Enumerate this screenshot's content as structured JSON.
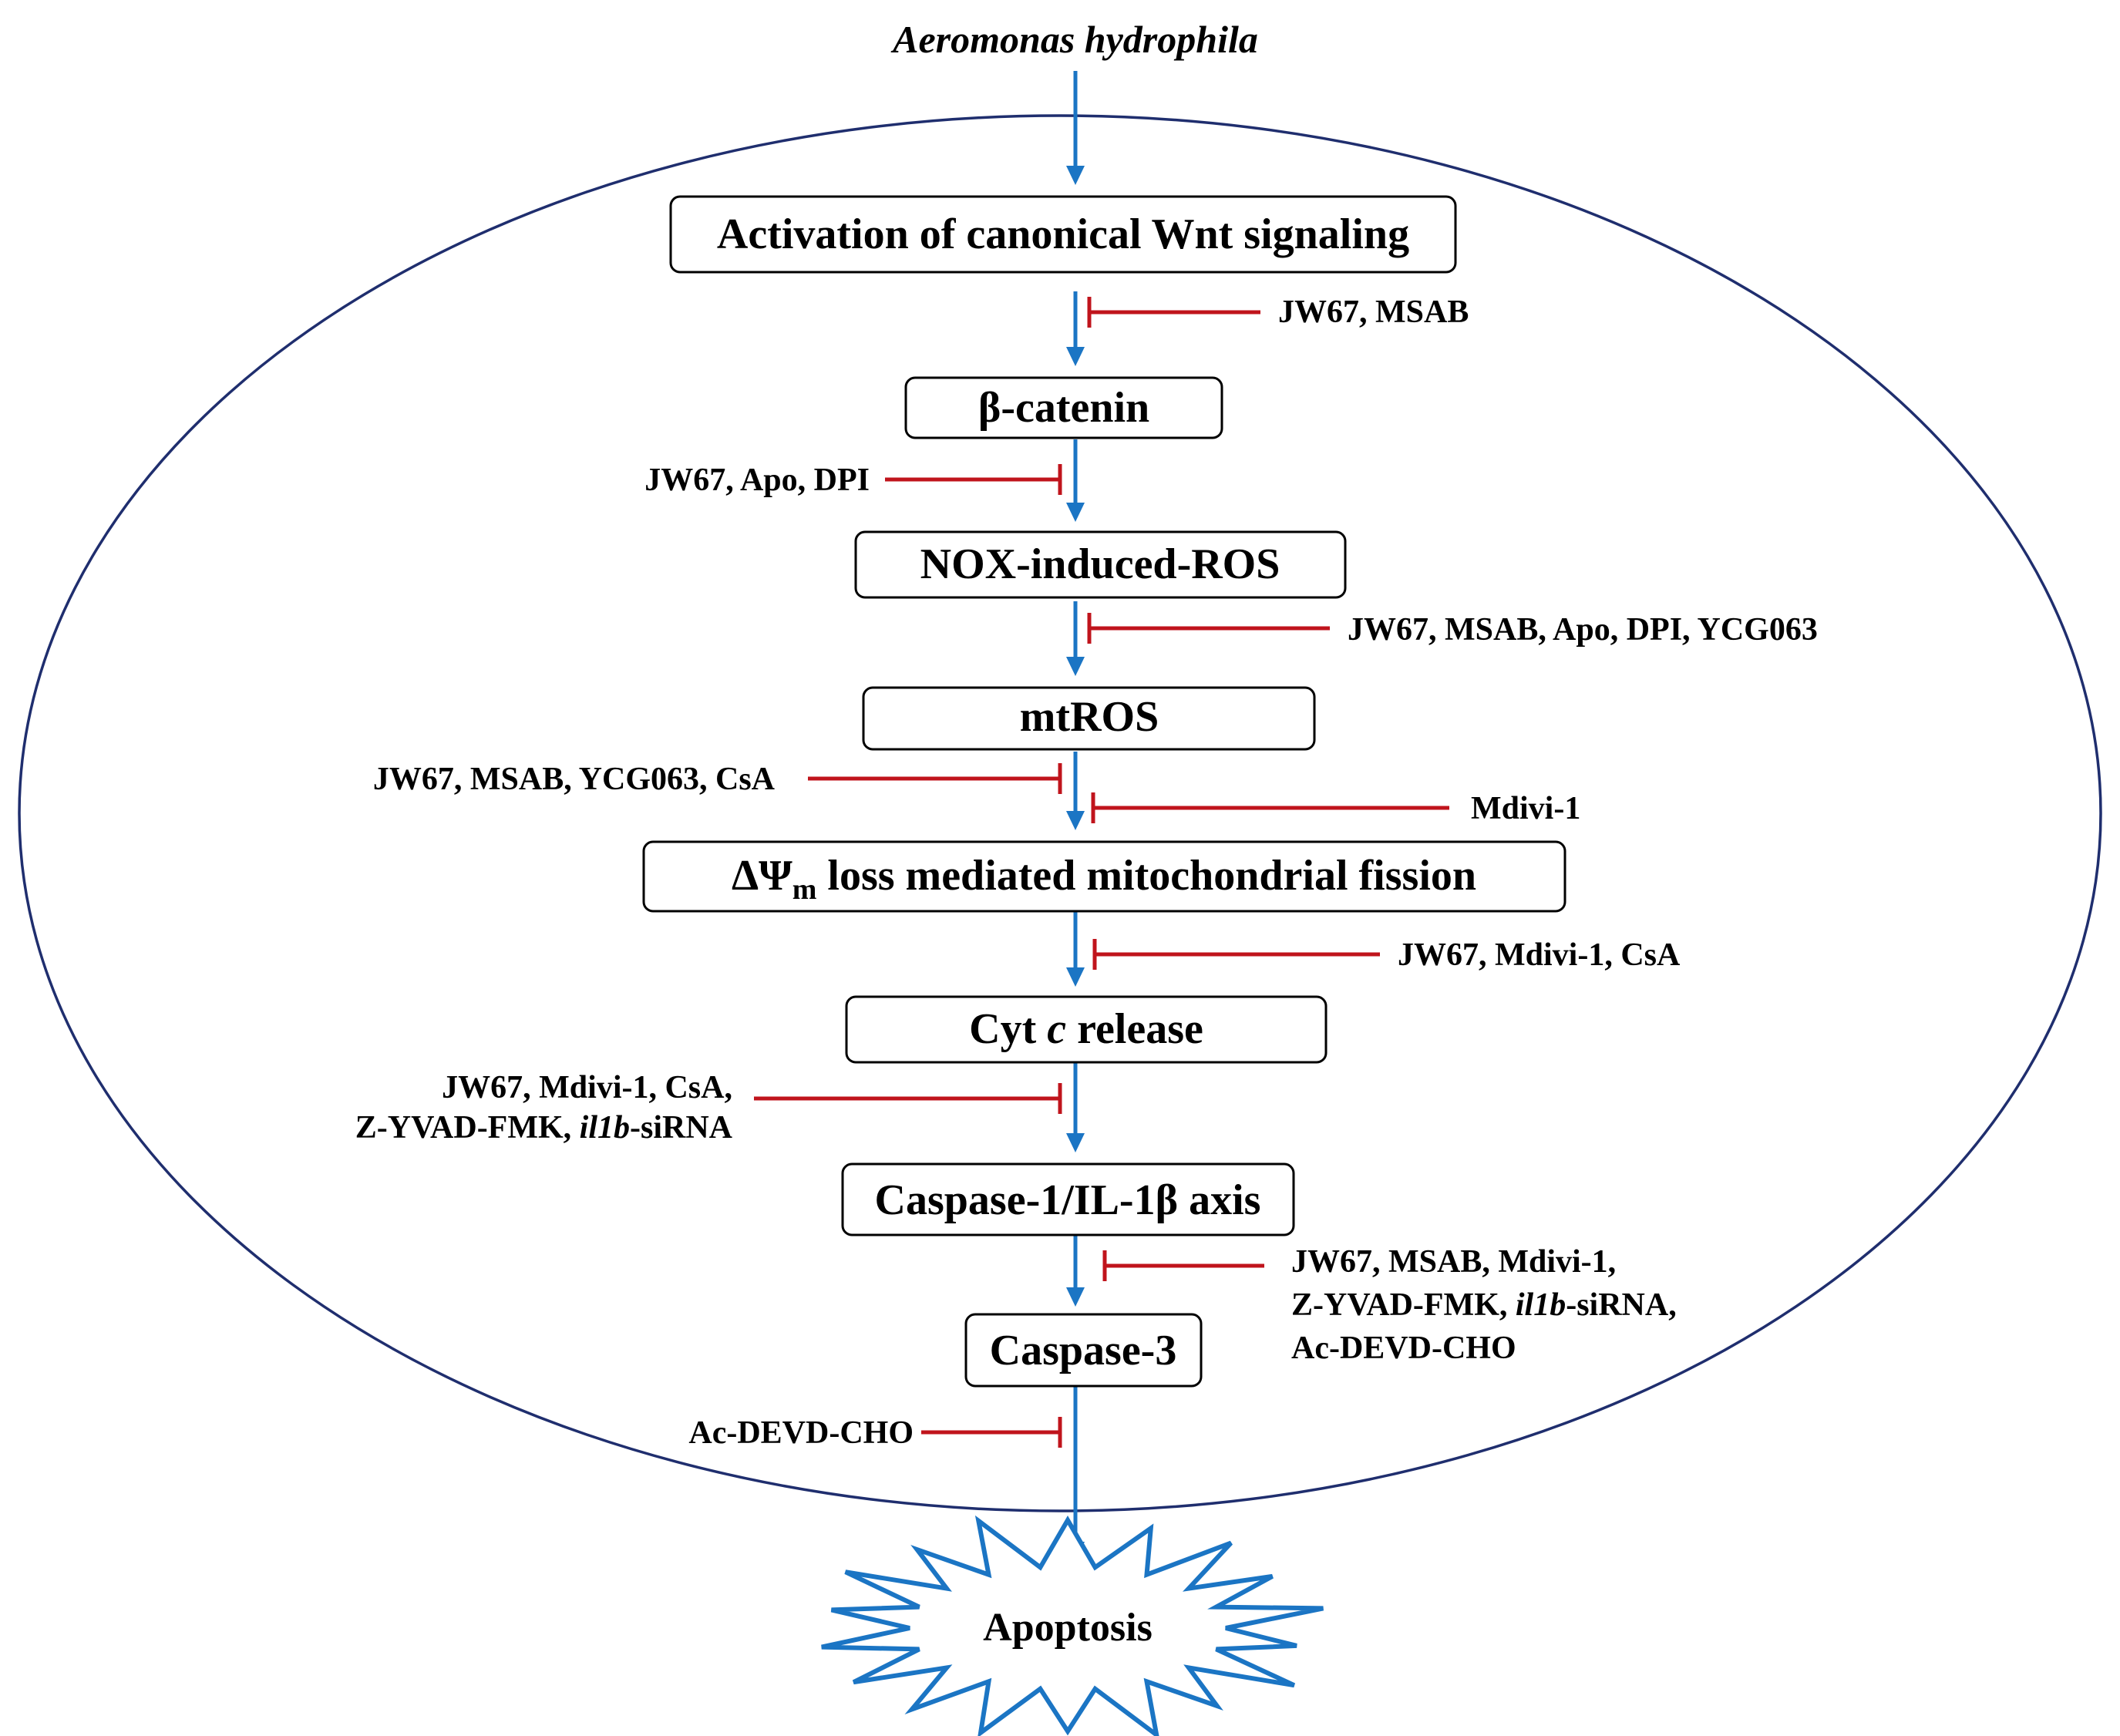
{
  "source_label": "Aeromonas hydrophila",
  "steps": {
    "wnt": [
      "Activation of canonical Wnt signaling"
    ],
    "bcat": [
      "β-catenin"
    ],
    "nox": [
      "NOX-induced-ROS"
    ],
    "mtros": [
      "mtROS"
    ],
    "fission": [
      {
        "t": "ΔΨ",
        "style": "normal"
      },
      {
        "t": "m",
        "style": "sub"
      },
      {
        "t": " loss mediated mitochondrial fission",
        "style": "normal"
      }
    ],
    "cytc": [
      {
        "t": "Cyt ",
        "style": "normal"
      },
      {
        "t": "c",
        "style": "italic"
      },
      {
        "t": " release",
        "style": "normal"
      }
    ],
    "casp1": [
      "Caspase-1/IL-1β axis"
    ],
    "casp3": [
      "Caspase-3"
    ]
  },
  "outcome": "Apoptosis",
  "inhibitor_labels": {
    "i1": [
      [
        "JW67, MSAB"
      ]
    ],
    "i2": [
      [
        "JW67, Apo, DPI"
      ]
    ],
    "i3": [
      [
        "JW67, MSAB, Apo, DPI, YCG063"
      ]
    ],
    "i4": [
      [
        "JW67, MSAB, YCG063, CsA"
      ]
    ],
    "i5": [
      [
        "Mdivi-1"
      ]
    ],
    "i6": [
      [
        "JW67, Mdivi-1, CsA"
      ]
    ],
    "i7": [
      [
        "JW67, Mdivi-1, CsA,"
      ],
      [
        "Z-YVAD-FMK,  ",
        {
          "t": "il1b",
          "style": "italic"
        },
        "-siRNA"
      ]
    ],
    "i8": [
      [
        "JW67, MSAB, Mdivi-1,"
      ],
      [
        "Z-YVAD-FMK,  ",
        {
          "t": "il1b",
          "style": "italic"
        },
        "-siRNA,"
      ],
      [
        "Ac-DEVD-CHO"
      ]
    ],
    "i9": [
      [
        "Ac-DEVD-CHO"
      ]
    ]
  },
  "colors": {
    "activation_arrow": "#1b75c4",
    "inhibition": "#c0141c",
    "cell_boundary": "#1f2e6e",
    "box_border": "#000000"
  }
}
